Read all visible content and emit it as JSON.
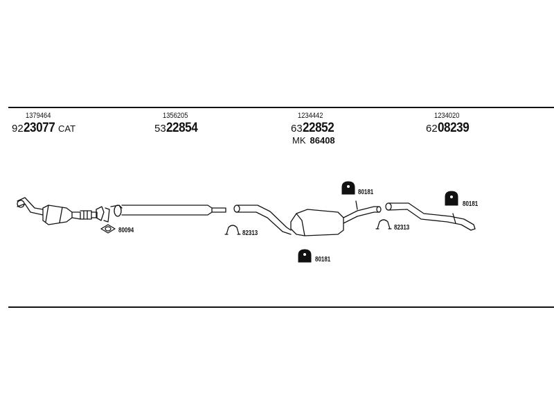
{
  "columns": [
    {
      "oe": "1379464",
      "prefix": "92",
      "number": "23077",
      "suffix": "CAT"
    },
    {
      "oe": "1356205",
      "prefix": "53",
      "number": "22854",
      "suffix": ""
    },
    {
      "oe": "1234442",
      "prefix": "63",
      "number": "22852",
      "suffix": "",
      "mk_prefix": "MK",
      "mk_number": "86408"
    },
    {
      "oe": "1234020",
      "prefix": "62",
      "number": "08239",
      "suffix": ""
    }
  ],
  "part_labels": {
    "gasket": "80094",
    "clamp_1": "82313",
    "mount_top": "80181",
    "mount_bottom": "80181",
    "clamp_2": "82313",
    "mount_right": "80181"
  }
}
